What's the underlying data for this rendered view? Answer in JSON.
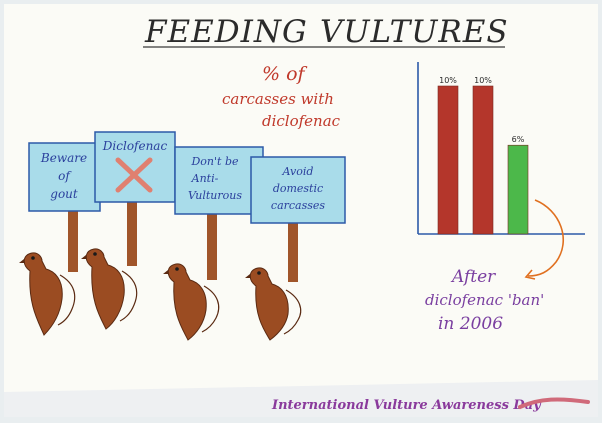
{
  "title": {
    "word1": "FEEDING",
    "word2": "VULTURES"
  },
  "chart_heading": {
    "line1": "% of",
    "line2": "carcasses with",
    "line3": "diclofenac"
  },
  "signs": [
    {
      "lines": [
        "Beware",
        "of",
        "gout"
      ]
    },
    {
      "lines": [
        "Diclofenac"
      ]
    },
    {
      "lines": [
        "Don't be",
        "Anti-",
        "Vulturous"
      ]
    },
    {
      "lines": [
        "Avoid",
        "domestic",
        "carcasses"
      ]
    }
  ],
  "chart_data": {
    "type": "bar",
    "categories": [
      "",
      "",
      ""
    ],
    "values": [
      10,
      10,
      6
    ],
    "value_labels": [
      "10%",
      "10%",
      "6%"
    ],
    "colors": [
      "#b4362b",
      "#b4362b",
      "#4cb84a"
    ],
    "title": "% of carcasses with diclofenac",
    "xlabel": "",
    "ylabel": "",
    "ylim": [
      0,
      10
    ]
  },
  "annotation": {
    "line1": "After",
    "line2": "diclofenac 'ban'",
    "line3": "in 2006"
  },
  "footer": {
    "text": "International Vulture Awareness Day"
  },
  "colors": {
    "paper": "#fbfbf6",
    "sign_fill": "#a9dcea",
    "sign_border": "#2c5aa8",
    "stick": "#a0552a",
    "vulture": "#9b4c22",
    "ink_blue": "#2a3f9c",
    "ink_red": "#c0392b",
    "ink_purple": "#7a3fa0",
    "arrow": "#e07020"
  }
}
